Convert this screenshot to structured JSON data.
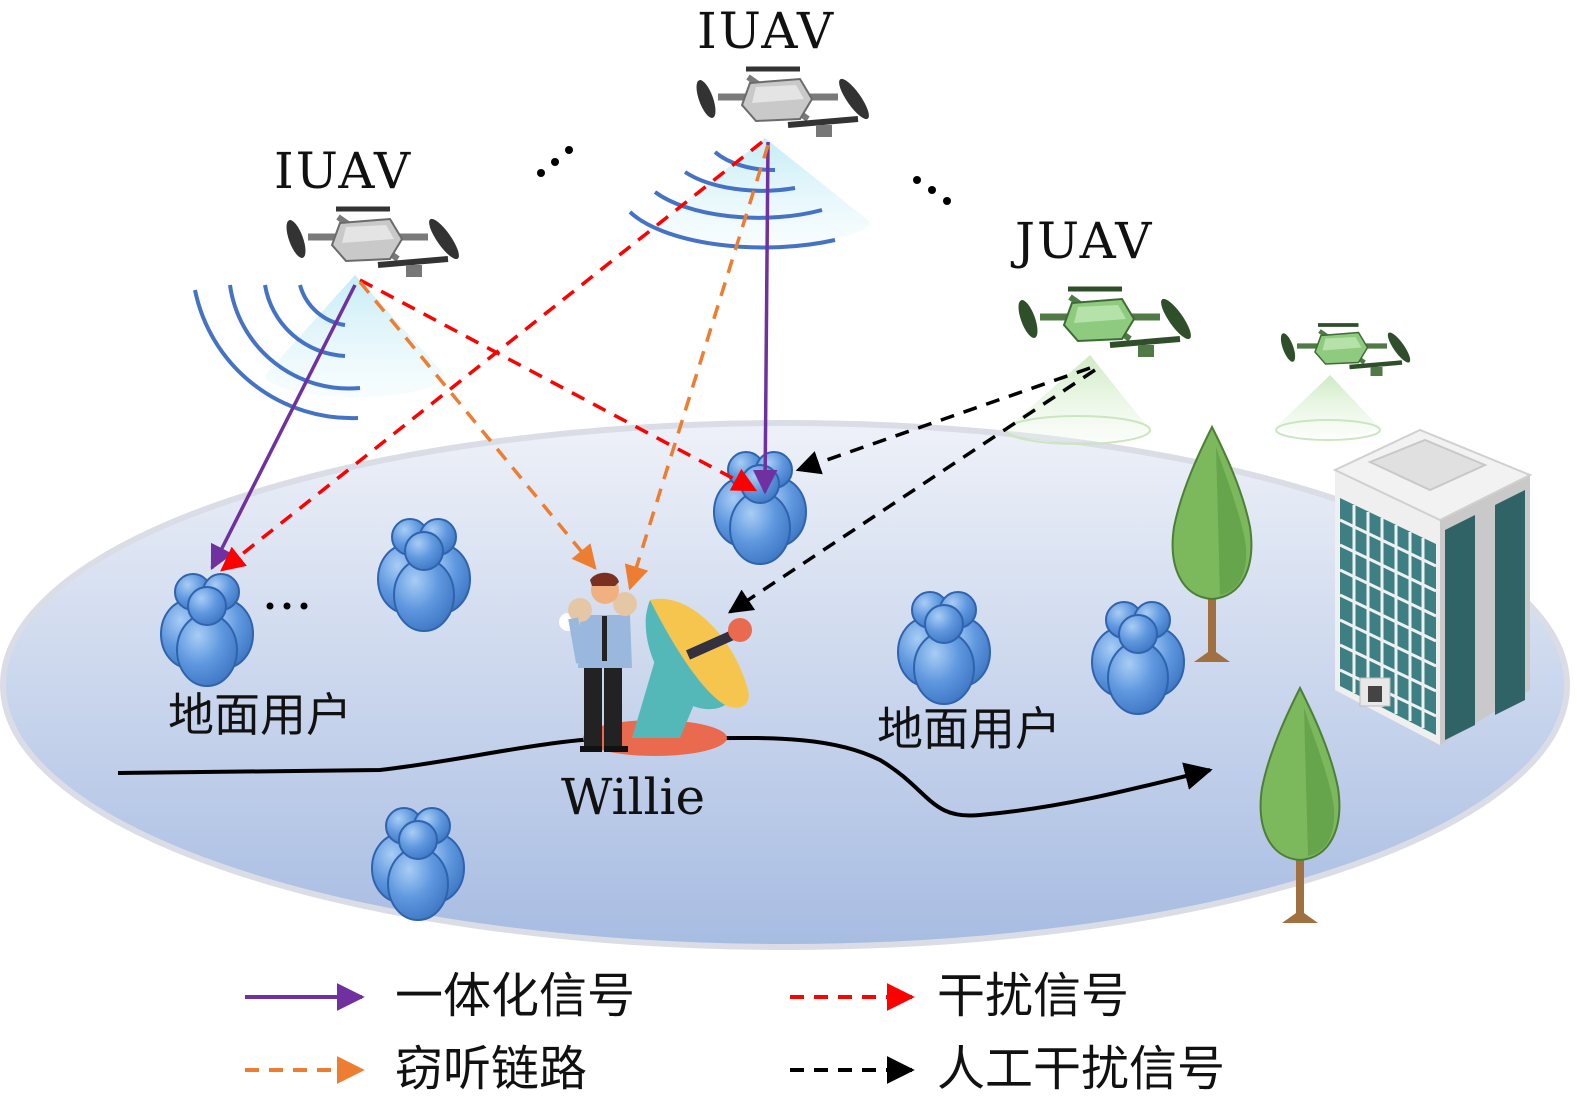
{
  "diagram": {
    "title": "",
    "nodes": {
      "iuav_left": {
        "label": "IUAV",
        "type": "information-uav"
      },
      "iuav_top": {
        "label": "IUAV",
        "type": "information-uav"
      },
      "juav": {
        "label": "JUAV",
        "type": "jamming-uav"
      },
      "juav_secondary": {
        "label": "",
        "type": "jamming-uav"
      },
      "willie": {
        "label": "Willie",
        "type": "warden-with-dish"
      },
      "ground_users_left": {
        "label": "地面用户"
      },
      "ground_users_right": {
        "label": "地面用户"
      },
      "ellipsis_top_left": "⋰",
      "ellipsis_top_right": "⋱",
      "ellipsis_users": "…"
    },
    "links": [
      {
        "from": "iuav_left",
        "to": "ground_user_left",
        "type": "integrated"
      },
      {
        "from": "iuav_left",
        "to": "ground_user_mid",
        "type": "interference"
      },
      {
        "from": "iuav_left",
        "to": "willie",
        "type": "eavesdrop"
      },
      {
        "from": "iuav_top",
        "to": "ground_user_mid",
        "type": "integrated"
      },
      {
        "from": "iuav_top",
        "to": "ground_user_left",
        "type": "interference"
      },
      {
        "from": "iuav_top",
        "to": "willie",
        "type": "eavesdrop"
      },
      {
        "from": "juav",
        "to": "ground_user_mid",
        "type": "artificial-jamming"
      },
      {
        "from": "juav",
        "to": "willie",
        "type": "artificial-jamming"
      }
    ],
    "trajectory": {
      "label": "",
      "description": "Willie movement path"
    }
  },
  "legend": {
    "items": [
      {
        "key": "integrated",
        "label": "一体化信号",
        "color": "#7030a0",
        "style": "solid"
      },
      {
        "key": "interference",
        "label": "干扰信号",
        "color": "#ff0000",
        "style": "dashed"
      },
      {
        "key": "eavesdrop",
        "label": "窃听链路",
        "color": "#ed7d31",
        "style": "dashed"
      },
      {
        "key": "artificial-jamming",
        "label": "人工干扰信号",
        "color": "#000000",
        "style": "dashed"
      }
    ]
  },
  "colors": {
    "ground_top": "#e4e9f4",
    "ground_bottom": "#a9bee3",
    "user_blue": "#5b93dc",
    "wave_blue": "#4472c4",
    "drone_gray": "#bfbfbf",
    "drone_green": "#8bc77a",
    "dish_teal": "#55b8b8",
    "dish_yellow": "#f5c54e",
    "dish_red": "#ea6a50",
    "building_teal": "#3d7f82",
    "tree_green": "#7bb45e"
  }
}
